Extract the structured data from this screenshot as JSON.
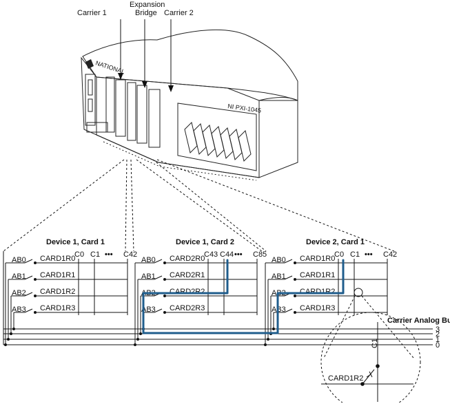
{
  "callouts": {
    "carrier1": "Carrier 1",
    "expansion": "Expansion",
    "bridge": "Bridge",
    "carrier2": "Carrier 2"
  },
  "cards": [
    {
      "title": "Device 1, Card 1",
      "ab": [
        "AB0",
        "AB1",
        "AB2",
        "AB3"
      ],
      "rows": [
        "CARD1R0",
        "CARD1R1",
        "CARD1R2",
        "CARD1R3"
      ],
      "cols": [
        "C0",
        "C1",
        "C42"
      ]
    },
    {
      "title": "Device 1, Card 2",
      "ab": [
        "AB0",
        "AB1",
        "AB2",
        "AB3"
      ],
      "rows": [
        "CARD2R0",
        "CARD2R1",
        "CARD2R2",
        "CARD2R3"
      ],
      "cols": [
        "C43",
        "C44",
        "C85"
      ]
    },
    {
      "title": "Device 2, Card 1",
      "ab": [
        "AB0",
        "AB1",
        "AB2",
        "AB3"
      ],
      "rows": [
        "CARD1R0",
        "CARD1R1",
        "CARD1R2",
        "CARD1R3"
      ],
      "cols": [
        "C0",
        "C1",
        "C42"
      ]
    }
  ],
  "bus": {
    "label": "Carrier Analog Bus",
    "lines": [
      "3",
      "2",
      "1",
      "0"
    ]
  },
  "zoom": {
    "col": "C1",
    "row": "CARD1R2"
  },
  "ellipsis": "•••",
  "colors": {
    "route": "#1f5d8c"
  }
}
